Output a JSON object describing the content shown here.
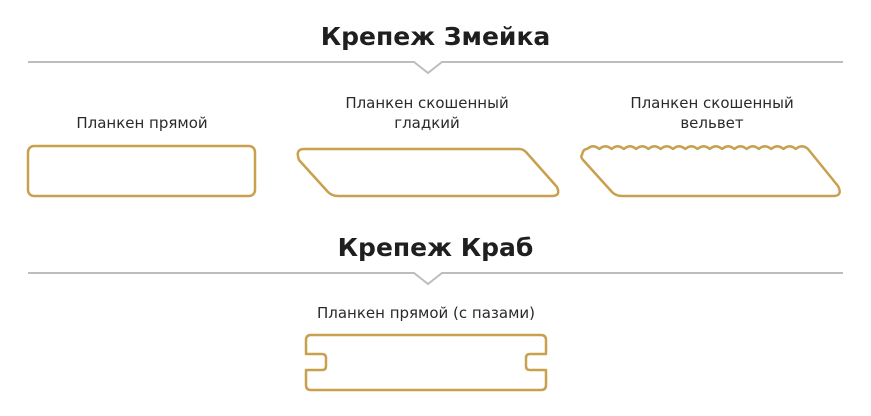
{
  "sections": {
    "zmeyka": {
      "title": "Крепеж Змейка",
      "items": [
        {
          "label_lines": [
            "Планкен прямой"
          ]
        },
        {
          "label_lines": [
            "Планкен скошенный",
            "гладкий"
          ]
        },
        {
          "label_lines": [
            "Планкен скошенный",
            "вельвет"
          ]
        }
      ]
    },
    "krab": {
      "title": "Крепеж Краб",
      "items": [
        {
          "label_lines": [
            "Планкен прямой (с пазами)"
          ]
        }
      ]
    }
  },
  "colors": {
    "profile_stroke": "#c9a04e",
    "divider": "#bdbdbd",
    "title": "#1f1f1f",
    "label": "#2a2a2a"
  }
}
